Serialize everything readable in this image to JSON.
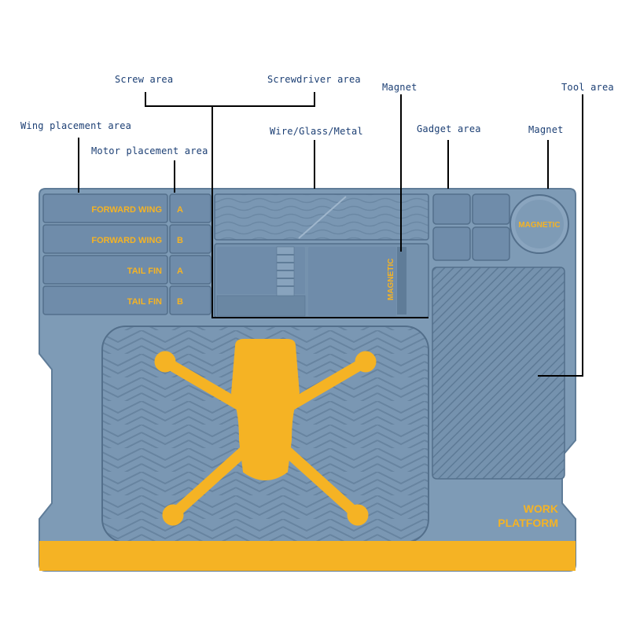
{
  "callouts": {
    "screw_area": "Screw area",
    "screwdriver_area": "Screwdriver area",
    "magnet_top": "Magnet",
    "tool_area": "Tool area",
    "wing_placement_area": "Wing placement area",
    "motor_placement_area": "Motor placement area",
    "wire_glass_metal": "Wire/Glass/Metal",
    "gadget_area": "Gadget area",
    "magnet_right": "Magnet"
  },
  "mat": {
    "rows": [
      {
        "wing": "FORWARD WING",
        "motor": "A"
      },
      {
        "wing": "FORWARD WING",
        "motor": "B"
      },
      {
        "wing": "TAIL FIN",
        "motor": "A"
      },
      {
        "wing": "TAIL FIN",
        "motor": "B"
      }
    ],
    "magnetic_strip": "MAGNETIC",
    "magnetic_disc": "MAGNETIC",
    "work_platform_line1": "WORK",
    "work_platform_line2": "PLATFORM"
  },
  "colors": {
    "mat": "#7e9bb6",
    "mat_dark": "#5f7c98",
    "accent": "#f5b324",
    "callout_text": "#1c3f74",
    "leader": "#000000"
  }
}
